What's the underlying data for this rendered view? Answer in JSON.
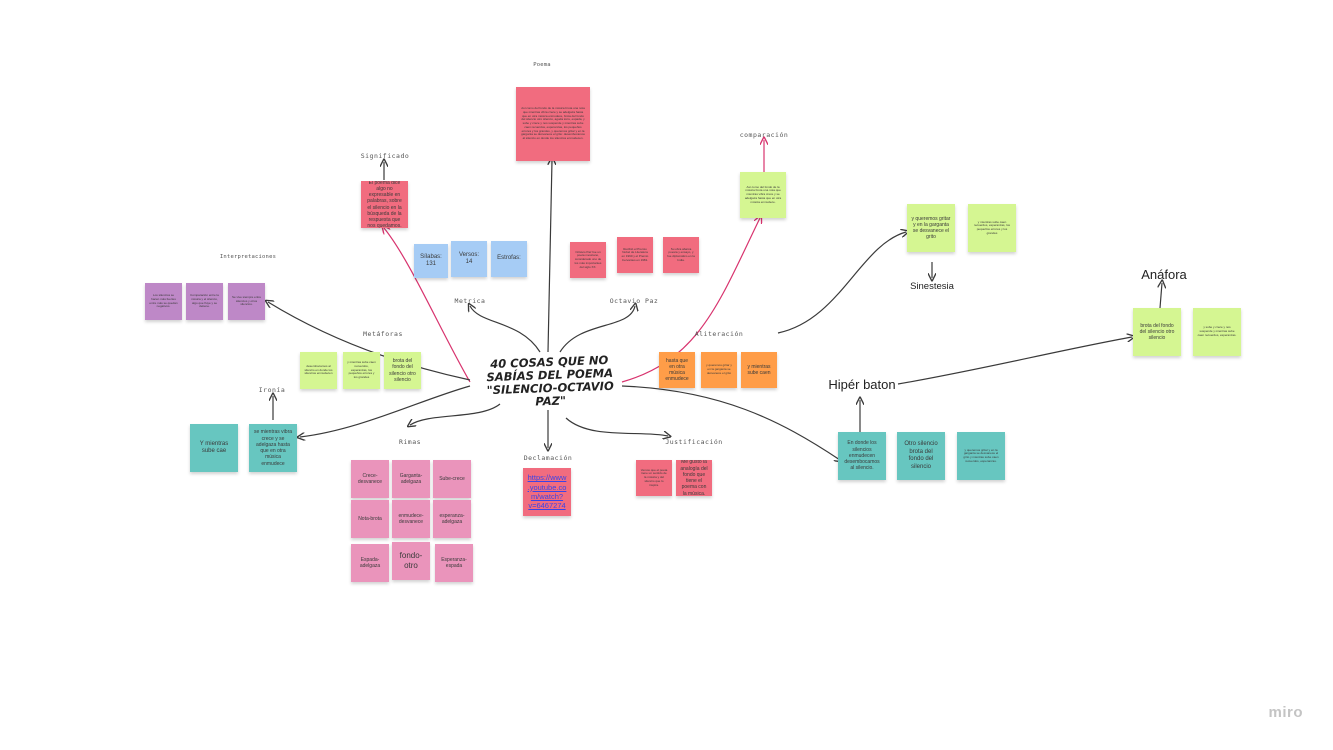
{
  "center_title": "40 COSAS QUE NO SABÍAS DEL POEMA \"SILENCIO-OCTAVIO PAZ\"",
  "labels": {
    "poema": "Poema",
    "significado": "Significado",
    "comparacion": "comparación",
    "interpretaciones": "Interpretaciones",
    "metrica": "Metrica",
    "octavio_paz": "Octavio Paz",
    "metaforas": "Metáforas",
    "aliteracion": "Aliteración",
    "sinestesia": "Sinestesia",
    "anafora": "Anáfora",
    "hiperbaton": "Hipér baton",
    "ironia": "Ironía",
    "rimas": "Rimas",
    "declamacion": "Declamación",
    "justificacion": "Justificación"
  },
  "notes": {
    "poema_text": "Así como del fondo de la música brota una nota que mientras vibra crece y se adelgaza hasta que en otra música enmudece, brota del fondo del silencio otro silencio, aguda torre, espada, y sube y crece y nos suspende y mientras sube caen recuerdos, esperanzas, los pequeños errores y los grandes, y queremos gritar y en la garganta se desvanece el grito: desembocamos al silencio en donde los silencios enmudecen.",
    "significado_text": "El poema dice algo no expresable en palabras, sobre el silencio en la búsqueda de la respuesta que nos quedamos.",
    "metrica_silabas": "Sílabas: 131",
    "metrica_versos": "Versos: 14",
    "metrica_estrofas": "Estrofas:",
    "op1": "Octavio Paz fue un poeta mexicano, considerado uno de los más importantes del siglo XX.",
    "op2": "Recibió el Premio Nobel de Literatura en 1990 y el Premio Cervantes en 1981.",
    "op3": "Su obra abarca poesía y ensayo, y fue diplomático en la India.",
    "comparacion_text": "Así como del fondo de la música brota una nota que mientras vibra crece y se adelgaza hasta que en otra música enmudece.",
    "sin1": "y queremos gritar y en la garganta se desvanece el grito",
    "sin2": "y mientras sube caen recuerdos, esperanzas, los pequeños errores y los grandes",
    "int1": "Los silencios se hacen más fuertes entre más se quedan negativos.",
    "int2": "Comparación entre la música y el silencio, algo que fluye y se detiene.",
    "int3": "Se vive siempre entre silencios y otros silencios.",
    "met1": "desembocamos al silencio en donde los silencios enmudecen",
    "met2": "y mientras sube caen recuerdos, esperanzas, los pequeños errores y los grandes",
    "met3": "brota del fondo del silencio otro silencio",
    "ali1": "hasta que en otra música enmudece",
    "ali2": "y queremos gritar y en la garganta se desvanece el grito",
    "ali3": "y mientras sube caen",
    "ana1": "brota del fondo del silencio otro silencio",
    "ana2": "y sube y crece y nos suspende y mientras sube caen recuerdos, esperanzas.",
    "ironia1": "Y mientras sube cae",
    "ironia2": "se mientras vibra crece y se adelgaza hasta que en otra música enmudece",
    "rimas": [
      "Crece-desvanece",
      "Garganta-adelgaza",
      "Sube-crece",
      "Nota-brota",
      "enmudece-desvanece",
      "esperanza-adelgaza",
      "Espada-adelgaza",
      "fondo-otro",
      "Esperanza-espada"
    ],
    "declamacion_link": "https://www.youtube.com/watch?v=6467274",
    "jus1": "Vemos que el poeta tiene un sentido de la música y del silencio que lo inspira.",
    "jus2": "Me gustó la analogía del fondo que tiene el poema con la música.",
    "hip1": "En donde los silencios enmudecen desembocamos al silencio.",
    "hip2": "Otro silencio brota del fondo del silencio",
    "hip3": "y queremos gritar y en la garganta se desvanece el grito y mientras sube caen recuerdos, esperanzas."
  },
  "brand": "miro",
  "colors": {
    "red": "#f16c7f",
    "purple": "#be88c7",
    "blue": "#a6ccf5",
    "lime": "#d5f692",
    "orange": "#ff9d48",
    "pink": "#ea94bb",
    "teal": "#67c6c0",
    "magenta": "#d8336e",
    "line": "#3a3a3a"
  }
}
